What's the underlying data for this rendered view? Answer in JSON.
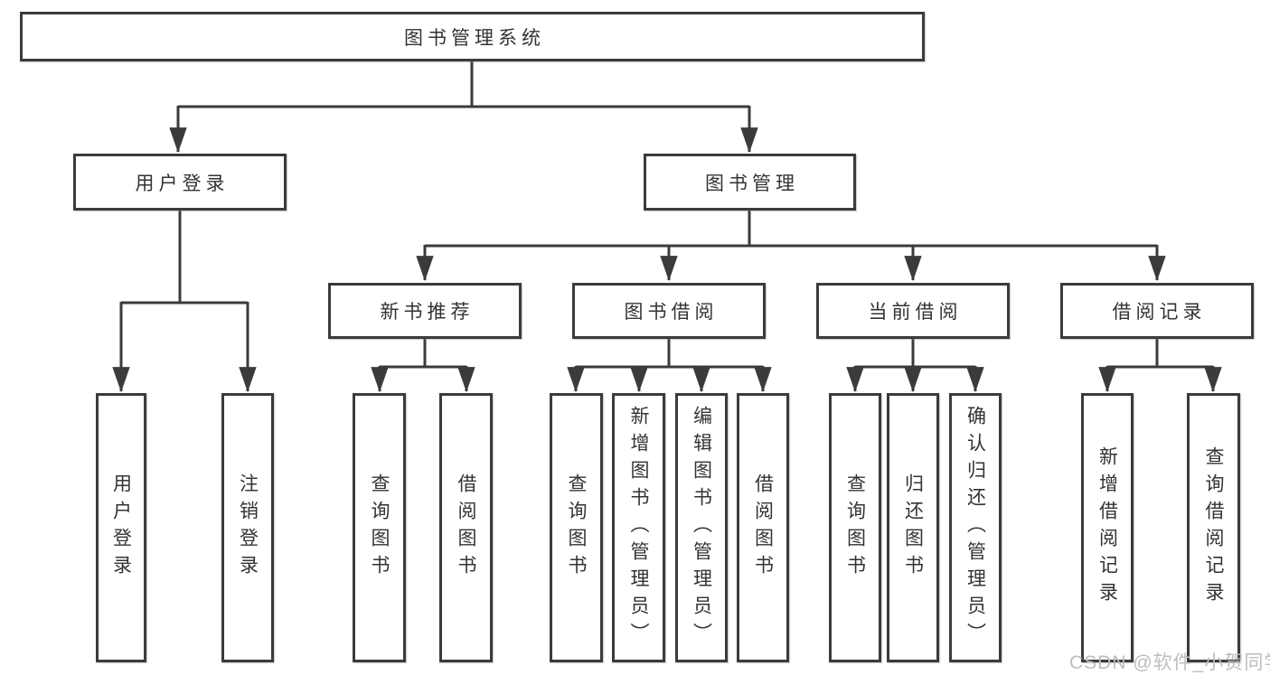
{
  "title": "图书管理系统",
  "watermark": "CSDN @软件_小贺同学",
  "colors": {
    "line": "#3b3b3b",
    "box_border": "#3b3b3b",
    "text": "#333333",
    "watermark": "#bdbdbd",
    "background": "#ffffff"
  },
  "nodes": {
    "root": "图书管理系统",
    "user-login": "用户登录",
    "book-mgmt": "图书管理",
    "new-book-rec": "新书推荐",
    "book-borrow": "图书借阅",
    "current-borrow": "当前借阅",
    "borrow-records": "借阅记录",
    "leaf-user-login": "用户登录",
    "leaf-logout": "注销登录",
    "leaf-query-book-1": "查询图书",
    "leaf-borrow-book-1": "借阅图书",
    "leaf-query-book-2": "查询图书",
    "leaf-add-book": "新增图书（管理员）",
    "leaf-edit-book": "编辑图书（管理员）",
    "leaf-borrow-book-2": "借阅图书",
    "leaf-query-book-3": "查询图书",
    "leaf-return-book": "归还图书",
    "leaf-confirm-return": "确认归还（管理员）",
    "leaf-add-record": "新增借阅记录",
    "leaf-query-record": "查询借阅记录"
  },
  "hierarchy": {
    "root": [
      "user-login",
      "book-mgmt"
    ],
    "user-login": [
      "leaf-user-login",
      "leaf-logout"
    ],
    "book-mgmt": [
      "new-book-rec",
      "book-borrow",
      "current-borrow",
      "borrow-records"
    ],
    "new-book-rec": [
      "leaf-query-book-1",
      "leaf-borrow-book-1"
    ],
    "book-borrow": [
      "leaf-query-book-2",
      "leaf-add-book",
      "leaf-edit-book",
      "leaf-borrow-book-2"
    ],
    "current-borrow": [
      "leaf-query-book-3",
      "leaf-return-book",
      "leaf-confirm-return"
    ],
    "borrow-records": [
      "leaf-add-record",
      "leaf-query-record"
    ]
  }
}
